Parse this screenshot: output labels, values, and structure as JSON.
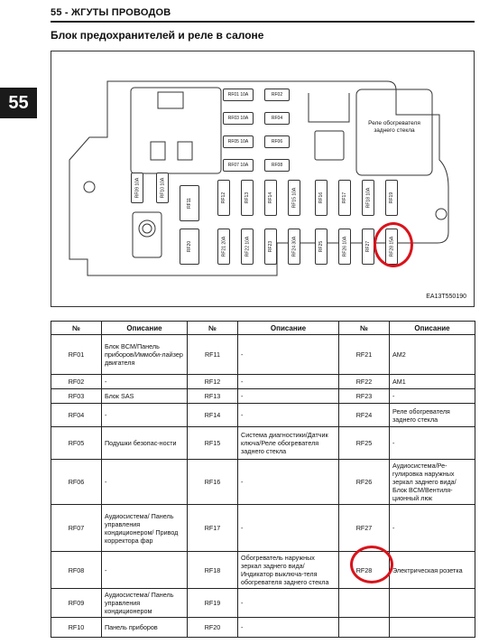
{
  "page": {
    "section_header": "55 - ЖГУТЫ ПРОВОДОВ",
    "section_tab": "55",
    "subtitle": "Блок предохранителей и реле в салоне"
  },
  "diagram": {
    "image_code": "EA13T550190",
    "relay_label": "Реле обогревателя заднего стекла",
    "fuses_top_left": [
      "RF01 10A",
      "RF03 10A",
      "RF05 10A",
      "RF07 10A"
    ],
    "fuses_top_right": [
      "RF02",
      "RF04",
      "RF06",
      "RF08"
    ],
    "fuses_vertical_left": [
      "RF09 10A",
      "RF10 10A"
    ],
    "fuse_rf11": "RF11",
    "fuse_rf20": "RF20",
    "fuses_row_upper": [
      "RF12",
      "RF13",
      "RF14",
      "RF15 10A",
      "RF16",
      "RF17",
      "RF18 10A",
      "RF19"
    ],
    "fuses_row_lower": [
      "RF21 20A",
      "RF22 10A",
      "RF23",
      "RF24 30A",
      "RF25",
      "RF26 10A",
      "RF27",
      "RF28 15A"
    ]
  },
  "table": {
    "headers": [
      "№",
      "Описание",
      "№",
      "Описание",
      "№",
      "Описание"
    ],
    "rows": [
      [
        "RF01",
        "Блок BCM/Панель приборов/Иммоби-лайзер двигателя",
        "RF11",
        "-",
        "RF21",
        "AM2"
      ],
      [
        "RF02",
        "-",
        "RF12",
        "-",
        "RF22",
        "AM1"
      ],
      [
        "RF03",
        "Блок SAS",
        "RF13",
        "-",
        "RF23",
        "-"
      ],
      [
        "RF04",
        "-",
        "RF14",
        "-",
        "RF24",
        "Реле обогревателя заднего стекла"
      ],
      [
        "RF05",
        "Подушки безопас-ности",
        "RF15",
        "Система диагностики/Датчик ключа/Реле обогревателя заднего стекла",
        "RF25",
        "-"
      ],
      [
        "RF06",
        "-",
        "RF16",
        "-",
        "RF26",
        "Аудиосистема/Ре-гулировка наружных зеркал заднего вида/ Блок BCM/Вентиля-ционный люк"
      ],
      [
        "RF07",
        "Аудиосистема/ Панель управления кондиционером/ Привод корректора фар",
        "RF17",
        "-",
        "RF27",
        "-"
      ],
      [
        "RF08",
        "-",
        "RF18",
        "Обогреватель наружных зеркал заднего вида/Индикатор выключа-теля обогревателя заднего стекла",
        "RF28",
        "Электрическая розетка"
      ],
      [
        "RF09",
        "Аудиосистема/ Панель управления кондиционером",
        "RF19",
        "-",
        "",
        ""
      ],
      [
        "RF10",
        "Панель приборов",
        "RF20",
        "-",
        "",
        ""
      ]
    ]
  },
  "colors": {
    "highlight": "#d9131b"
  }
}
